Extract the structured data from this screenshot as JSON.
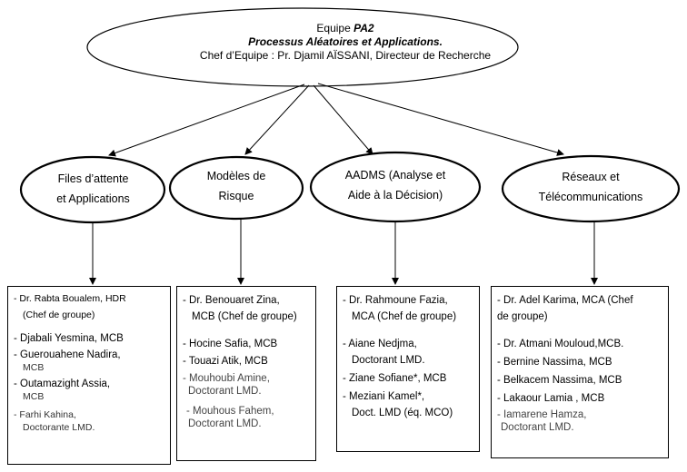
{
  "root": {
    "line1": "Equipe",
    "line1_bold": "PA2",
    "line2": "Processus Aléatoires et Applications.",
    "line3": "Chef d’Equipe : Pr. Djamil AÏSSANI, Directeur de Recherche"
  },
  "groups": [
    {
      "title_lines": [
        "Files d’attente",
        "et Applications"
      ],
      "members": [
        "- Dr. Rabta Boualem, HDR",
        "(Chef de groupe)",
        "- Djabali Yesmina,  MCB",
        "- Guerouahene Nadira,",
        "MCB",
        "- Outamazight Assia,",
        "MCB",
        "- Farhi Kahina,",
        "Doctorante LMD."
      ]
    },
    {
      "title_lines": [
        "Modèles de",
        "Risque"
      ],
      "members": [
        "- Dr. Benouaret Zina,",
        "MCB (Chef de groupe)",
        "- Hocine Safia,  MCB",
        "- Touazi Atik,  MCB",
        "- Mouhoubi Amine,",
        "Doctorant LMD.",
        "- Mouhous Fahem,",
        "Doctorant LMD."
      ]
    },
    {
      "title_lines": [
        "AADMS (Analyse et",
        "Aide à la Décision)"
      ],
      "members": [
        "- Dr. Rahmoune Fazia,",
        "MCA (Chef de groupe)",
        "- Aiane Nedjma,",
        "Doctorant LMD.",
        "- Ziane Sofiane*,   MCB",
        "- Meziani Kamel*,",
        "Doct. LMD (éq. MCO)"
      ]
    },
    {
      "title_lines": [
        "Réseaux et",
        "Télécommunications"
      ],
      "members": [
        "- Dr. Adel Karima, MCA (Chef",
        "de groupe)",
        "- Dr. Atmani Mouloud,MCB.",
        "- Bernine Nassima,   MCB",
        "- Belkacem Nassima,   MCB",
        "- Lakaour Lamia ,   MCB",
        "- Iamarene Hamza,",
        "Doctorant LMD."
      ]
    }
  ]
}
